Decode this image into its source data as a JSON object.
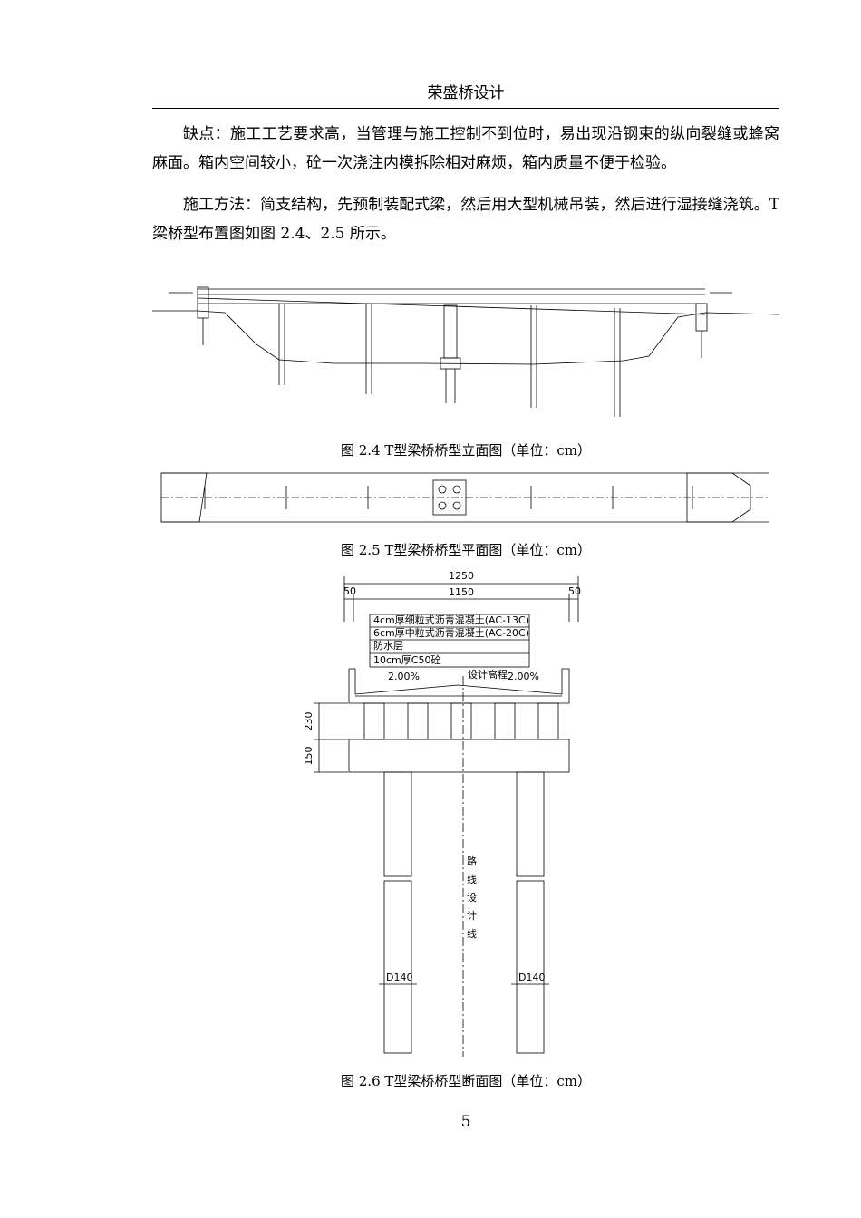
{
  "header": {
    "title": "荣盛桥设计"
  },
  "paragraphs": [
    "缺点：施工工艺要求高，当管理与施工控制不到位时，易出现沿钢束的纵向裂缝或蜂窝麻面。箱内空间较小，砼一次浇注内模拆除相对麻烦，箱内质量不便于检验。",
    "施工方法：简支结构，先预制装配式梁，然后用大型机械吊装，然后进行湿接缝浇筑。T 梁桥型布置图如图 2.4、2.5 所示。"
  ],
  "figures": [
    {
      "caption": "图 2.4 T型梁桥桥型立面图（单位：cm）"
    },
    {
      "caption": "图 2.5 T型梁桥桥型平面图（单位：cm）"
    },
    {
      "caption": "图 2.6 T型梁桥桥型断面图（单位：cm）",
      "dims": {
        "total": "1250",
        "center": "1150",
        "left": "50",
        "right": "50",
        "h1": "230",
        "h2": "150"
      },
      "layers": [
        "4cm厚细粒式沥青混凝土(AC-13C)",
        "6cm厚中粒式沥青混凝土(AC-20C)",
        "防水层",
        "10cm厚C50砼"
      ],
      "slope_left": "2.00%",
      "slope_right": "2.00%",
      "design_level": "设计高程",
      "route_chars": [
        "路",
        "线",
        "设",
        "计",
        "线"
      ],
      "pile_left": "D140",
      "pile_right": "D140"
    }
  ],
  "page_number": "5"
}
